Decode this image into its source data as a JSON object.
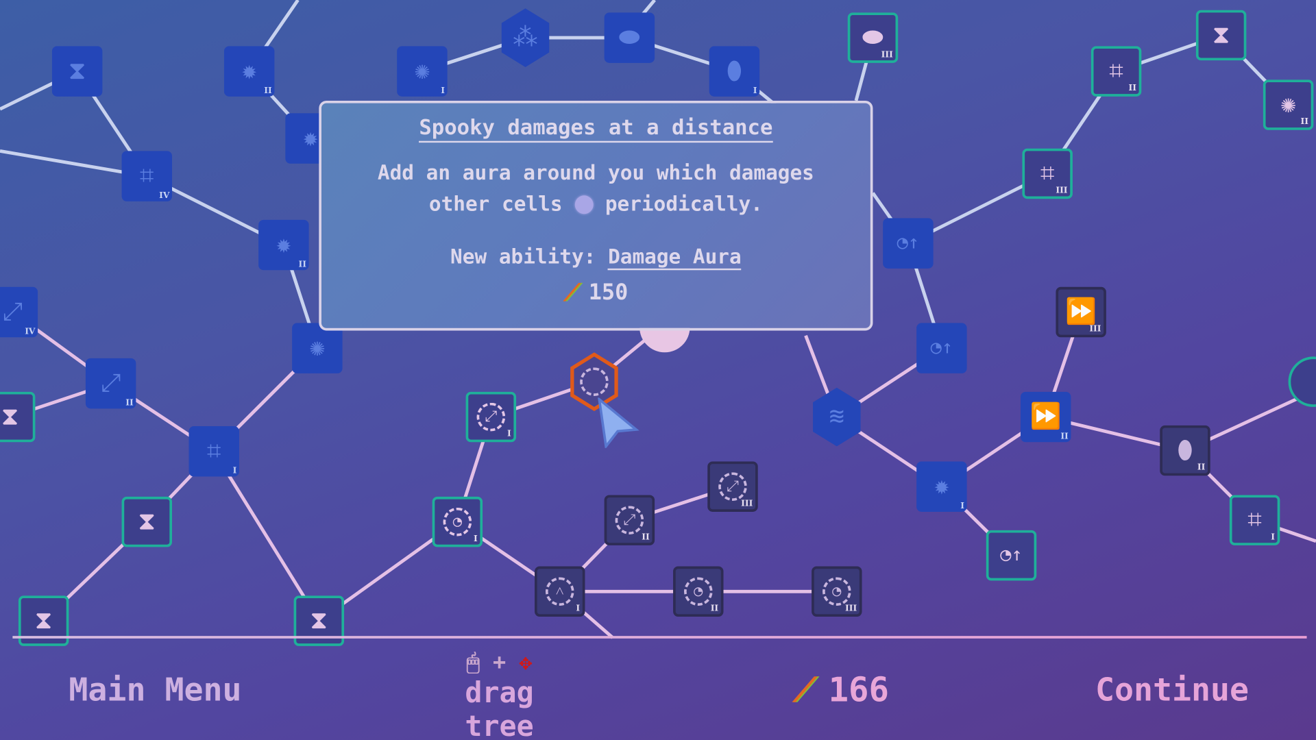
{
  "tooltip": {
    "title": "Spooky damages at a distance",
    "desc_line1": "Add an aura around you which damages",
    "desc_line2_a": "other cells",
    "desc_line2_b": "periodically.",
    "ability_label": "New ability:",
    "ability_name": "Damage Aura",
    "cost": "150"
  },
  "bottom": {
    "main_menu": "Main Menu",
    "drag_hint": "drag tree",
    "plus": "+",
    "currency": "166",
    "continue": "Continue"
  },
  "colors": {
    "bought": "#2446b8",
    "available_border": "#1fb09a",
    "locked": "#3a3a78",
    "selected": "#e05a1a"
  },
  "nodes": [
    {
      "icon": "hourglass-icon",
      "tier": "",
      "state": "bought"
    },
    {
      "icon": "virus-icon",
      "tier": "II",
      "state": "bought"
    },
    {
      "icon": "dna-virus-icon",
      "tier": "I",
      "state": "bought"
    },
    {
      "icon": "virus-cluster-icon",
      "tier": "",
      "state": "bought hex"
    },
    {
      "icon": "bacterium-icon",
      "tier": "",
      "state": "bought"
    },
    {
      "icon": "dna-bacterium-icon",
      "tier": "I",
      "state": "bought"
    },
    {
      "icon": "bacterium-icon",
      "tier": "III",
      "state": "avail"
    },
    {
      "icon": "crop-icon",
      "tier": "II",
      "state": "avail"
    },
    {
      "icon": "hourglass-icon",
      "tier": "",
      "state": "avail"
    },
    {
      "icon": "dna-virus-icon",
      "tier": "II",
      "state": "avail"
    },
    {
      "icon": "crop-icon",
      "tier": "III",
      "state": "avail"
    },
    {
      "icon": "crop-icon",
      "tier": "IV",
      "state": "bought"
    },
    {
      "icon": "virus-icon",
      "tier": "",
      "state": "bought"
    },
    {
      "icon": "virus-icon",
      "tier": "II",
      "state": "bought"
    },
    {
      "icon": "clock-up-icon",
      "tier": "",
      "state": "bought"
    },
    {
      "icon": "expand-arrow-icon",
      "tier": "IV",
      "state": "bought"
    },
    {
      "icon": "expand-arrow-icon",
      "tier": "II",
      "state": "bought"
    },
    {
      "icon": "hourglass-icon",
      "tier": "",
      "state": "avail"
    },
    {
      "icon": "dna-virus-icon",
      "tier": "",
      "state": "bought"
    },
    {
      "icon": "clock-up-icon",
      "tier": "",
      "state": "bought"
    },
    {
      "icon": "fast-forward-icon",
      "tier": "III",
      "state": "locked"
    },
    {
      "icon": "damage-aura-icon",
      "tier": "",
      "state": "selected hex"
    },
    {
      "icon": "range-arrows-icon",
      "tier": "I",
      "state": "avail"
    },
    {
      "icon": "wind-icon",
      "tier": "",
      "state": "bought hex"
    },
    {
      "icon": "fast-forward-icon",
      "tier": "II",
      "state": "bought"
    },
    {
      "icon": "dna-bacterium-icon",
      "tier": "II",
      "state": "locked"
    },
    {
      "icon": "crop-icon",
      "tier": "I",
      "state": "bought"
    },
    {
      "icon": "range-arrows-icon",
      "tier": "III",
      "state": "locked"
    },
    {
      "icon": "range-arrows-icon",
      "tier": "II",
      "state": "locked"
    },
    {
      "icon": "virus-icon",
      "tier": "I",
      "state": "bought"
    },
    {
      "icon": "hourglass-icon",
      "tier": "",
      "state": "avail"
    },
    {
      "icon": "range-clock-icon",
      "tier": "I",
      "state": "avail"
    },
    {
      "icon": "crop-icon",
      "tier": "I",
      "state": "avail"
    },
    {
      "icon": "clock-up-icon",
      "tier": "",
      "state": "avail"
    },
    {
      "icon": "range-chevron-icon",
      "tier": "I",
      "state": "locked"
    },
    {
      "icon": "range-clock-icon",
      "tier": "II",
      "state": "locked"
    },
    {
      "icon": "range-clock-icon",
      "tier": "III",
      "state": "locked"
    },
    {
      "icon": "hourglass-icon",
      "tier": "",
      "state": "avail"
    },
    {
      "icon": "hourglass-icon",
      "tier": "",
      "state": "avail"
    }
  ]
}
